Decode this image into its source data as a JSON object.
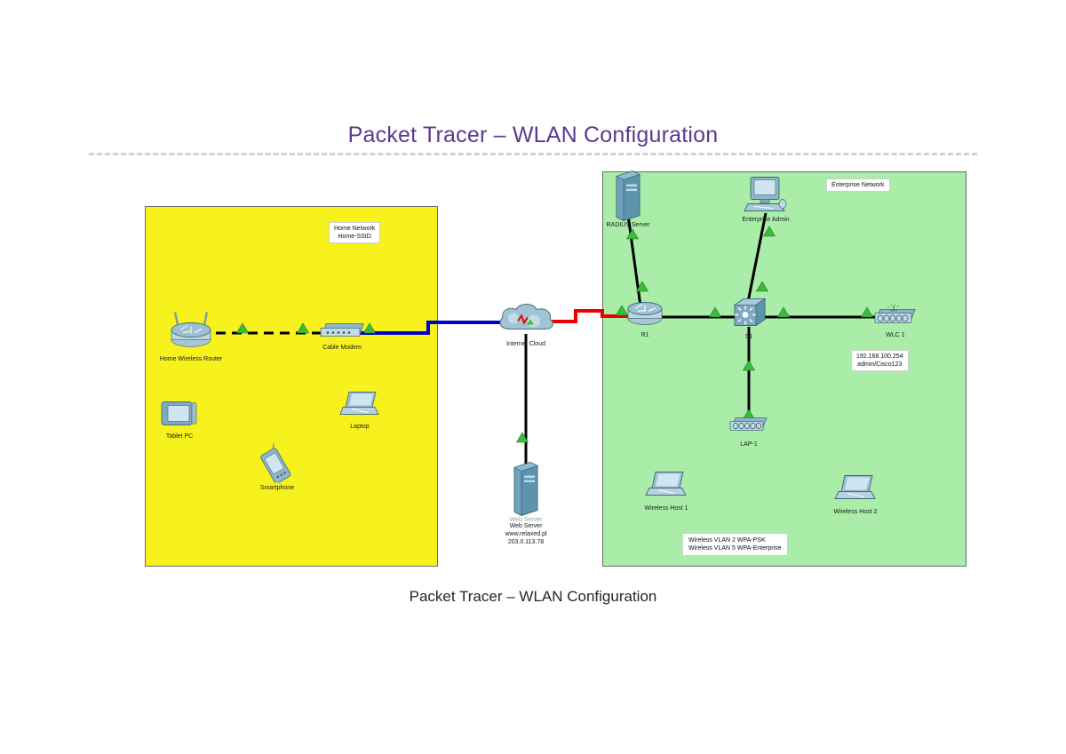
{
  "header": {
    "title": "Packet Tracer – WLAN Configuration"
  },
  "caption": "Packet Tracer – WLAN Configuration",
  "colors": {
    "title_purple": "#5b3a8e",
    "home_zone": "#f7f11d",
    "enterprise_zone": "#a9eda9",
    "link_blue": "#0000d2",
    "link_red": "#ee0000",
    "link_black": "#000000",
    "status_green": "#3dbb3d",
    "device_blue": "#5b92a8"
  },
  "zones": [
    {
      "id": "home",
      "note_line1": "Home Network",
      "note_line2": "Home-SSID"
    },
    {
      "id": "enterprise",
      "note": "Enterprise Network"
    }
  ],
  "notes": {
    "wlc_mgmt_ip": "192.168.100.254",
    "wlc_credentials": "admin/Cisco123",
    "wireless_vlan_2": "Wireless VLAN 2 WPA-PSK",
    "wireless_vlan_5": "Wireless VLAN 5 WPA-Enterprise"
  },
  "devices": {
    "home_wireless_router": {
      "label": "Home Wireless Router",
      "icon": "wireless-router-icon"
    },
    "cable_modem": {
      "label": "Cable Modem",
      "icon": "modem-icon"
    },
    "tablet_pc": {
      "label": "Tablet PC",
      "icon": "tablet-icon"
    },
    "laptop": {
      "label": "Laptop",
      "icon": "laptop-icon"
    },
    "smartphone": {
      "label": "Smartphone",
      "icon": "smartphone-icon"
    },
    "internet_cloud": {
      "label": "Internet Cloud",
      "icon": "cloud-icon"
    },
    "web_server": {
      "label": "Web Server",
      "ghost_label": "Web Server",
      "domain": "www.relaxed.pl",
      "ip": "203.0.113.78",
      "icon": "server-icon"
    },
    "radius_server": {
      "label": "RADIUS Server",
      "icon": "server-icon"
    },
    "enterprise_admin": {
      "label": "Enterprise Admin",
      "icon": "desktop-pc-icon"
    },
    "r1": {
      "label": "R1",
      "icon": "router-icon"
    },
    "s1": {
      "label": "S1",
      "icon": "switch-icon"
    },
    "wlc1": {
      "label": "WLC 1",
      "icon": "wireless-lan-controller-icon"
    },
    "lap1": {
      "label": "LAP-1",
      "icon": "access-point-icon"
    },
    "wireless_host_1": {
      "label": "Wireless Host 1",
      "icon": "laptop-icon"
    },
    "wireless_host_2": {
      "label": "Wireless Host 2",
      "icon": "laptop-icon"
    }
  },
  "links": [
    {
      "from": "home_wireless_router",
      "to": "cable_modem",
      "style": "dashed-wireless",
      "color": "#000000"
    },
    {
      "from": "cable_modem",
      "to": "internet_cloud",
      "style": "solid",
      "color": "#0000d2"
    },
    {
      "from": "internet_cloud",
      "to": "r1",
      "style": "zigzag",
      "color": "#ee0000"
    },
    {
      "from": "internet_cloud",
      "to": "web_server",
      "style": "solid",
      "color": "#000000"
    },
    {
      "from": "r1",
      "to": "radius_server",
      "style": "solid",
      "color": "#000000"
    },
    {
      "from": "r1",
      "to": "s1",
      "style": "solid",
      "color": "#000000"
    },
    {
      "from": "s1",
      "to": "enterprise_admin",
      "style": "solid",
      "color": "#000000"
    },
    {
      "from": "s1",
      "to": "wlc1",
      "style": "solid",
      "color": "#000000"
    },
    {
      "from": "s1",
      "to": "lap1",
      "style": "solid",
      "color": "#000000"
    }
  ]
}
